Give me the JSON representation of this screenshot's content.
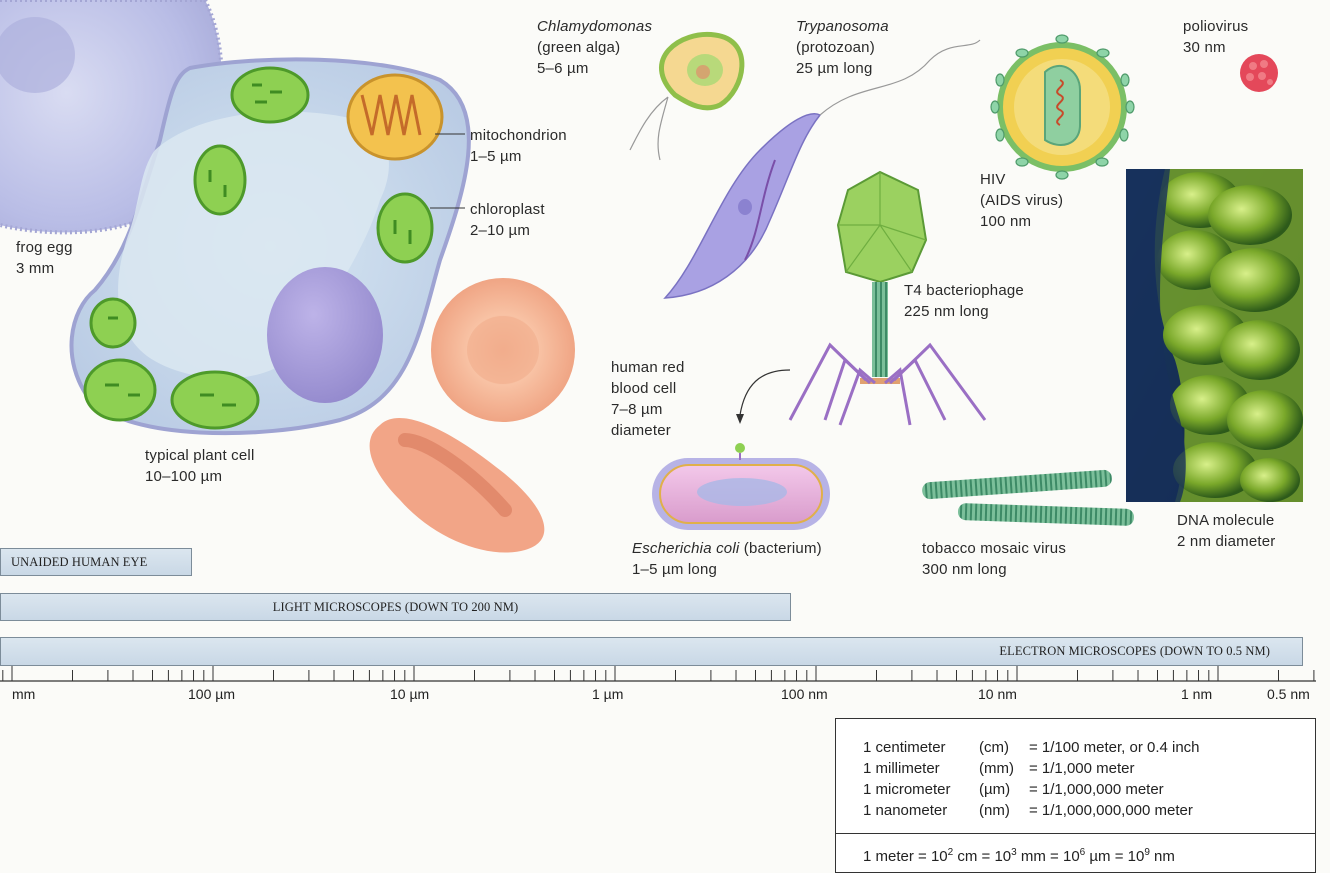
{
  "organisms": {
    "frog_egg": {
      "name": "frog egg",
      "size": "3 mm"
    },
    "plant_cell": {
      "name": "typical plant cell",
      "size": "10–100 µm"
    },
    "mitochondrion": {
      "name": "mitochondrion",
      "size": "1–5 µm"
    },
    "chloroplast": {
      "name": "chloroplast",
      "size": "2–10 µm"
    },
    "red_blood_cell": {
      "line1": "human red",
      "line2": "blood cell",
      "line3": "7–8 µm",
      "line4": "diameter"
    },
    "chlamydomonas": {
      "name": "Chlamydomonas",
      "desc": "(green alga)",
      "size": "5–6 µm"
    },
    "trypanosoma": {
      "name": "Trypanosoma",
      "desc": "(protozoan)",
      "size": "25 µm long"
    },
    "ecoli": {
      "name": "Escherichia coli",
      "desc": " (bacterium)",
      "size": "1–5 µm long"
    },
    "t4": {
      "name": "T4 bacteriophage",
      "size": "225 nm long"
    },
    "hiv": {
      "name": "HIV",
      "desc": "(AIDS virus)",
      "size": "100 nm"
    },
    "poliovirus": {
      "name": "poliovirus",
      "size": "30 nm"
    },
    "tmv": {
      "name": "tobacco mosaic virus",
      "size": "300 nm long"
    },
    "dna": {
      "name": "DNA molecule",
      "size": "2 nm diameter"
    }
  },
  "ranges": {
    "eye": "UNAIDED HUMAN EYE",
    "light": "LIGHT MICROSCOPES (DOWN TO 200 NM)",
    "electron": "ELECTRON MICROSCOPES (DOWN TO 0.5 NM)"
  },
  "scale": {
    "labels": [
      "mm",
      "100 µm",
      "10 µm",
      "1 µm",
      "100 nm",
      "10 nm",
      "1 nm",
      "0.5 nm"
    ]
  },
  "units": {
    "rows": [
      {
        "unit": "1 centimeter",
        "abbr": "(cm)",
        "value": "= 1/100 meter, or 0.4 inch"
      },
      {
        "unit": "1 millimeter",
        "abbr": "(mm)",
        "value": "= 1/1,000 meter"
      },
      {
        "unit": "1 micrometer",
        "abbr": "(µm)",
        "value": "= 1/1,000,000 meter"
      },
      {
        "unit": "1 nanometer",
        "abbr": "(nm)",
        "value": "= 1/1,000,000,000 meter"
      }
    ],
    "equation": {
      "a": "1 meter = 10",
      "e1": "2",
      "b": " cm = 10",
      "e2": "3",
      "c": " mm = 10",
      "e3": "6",
      "d": " µm = 10",
      "e4": "9",
      "f": " nm"
    }
  }
}
